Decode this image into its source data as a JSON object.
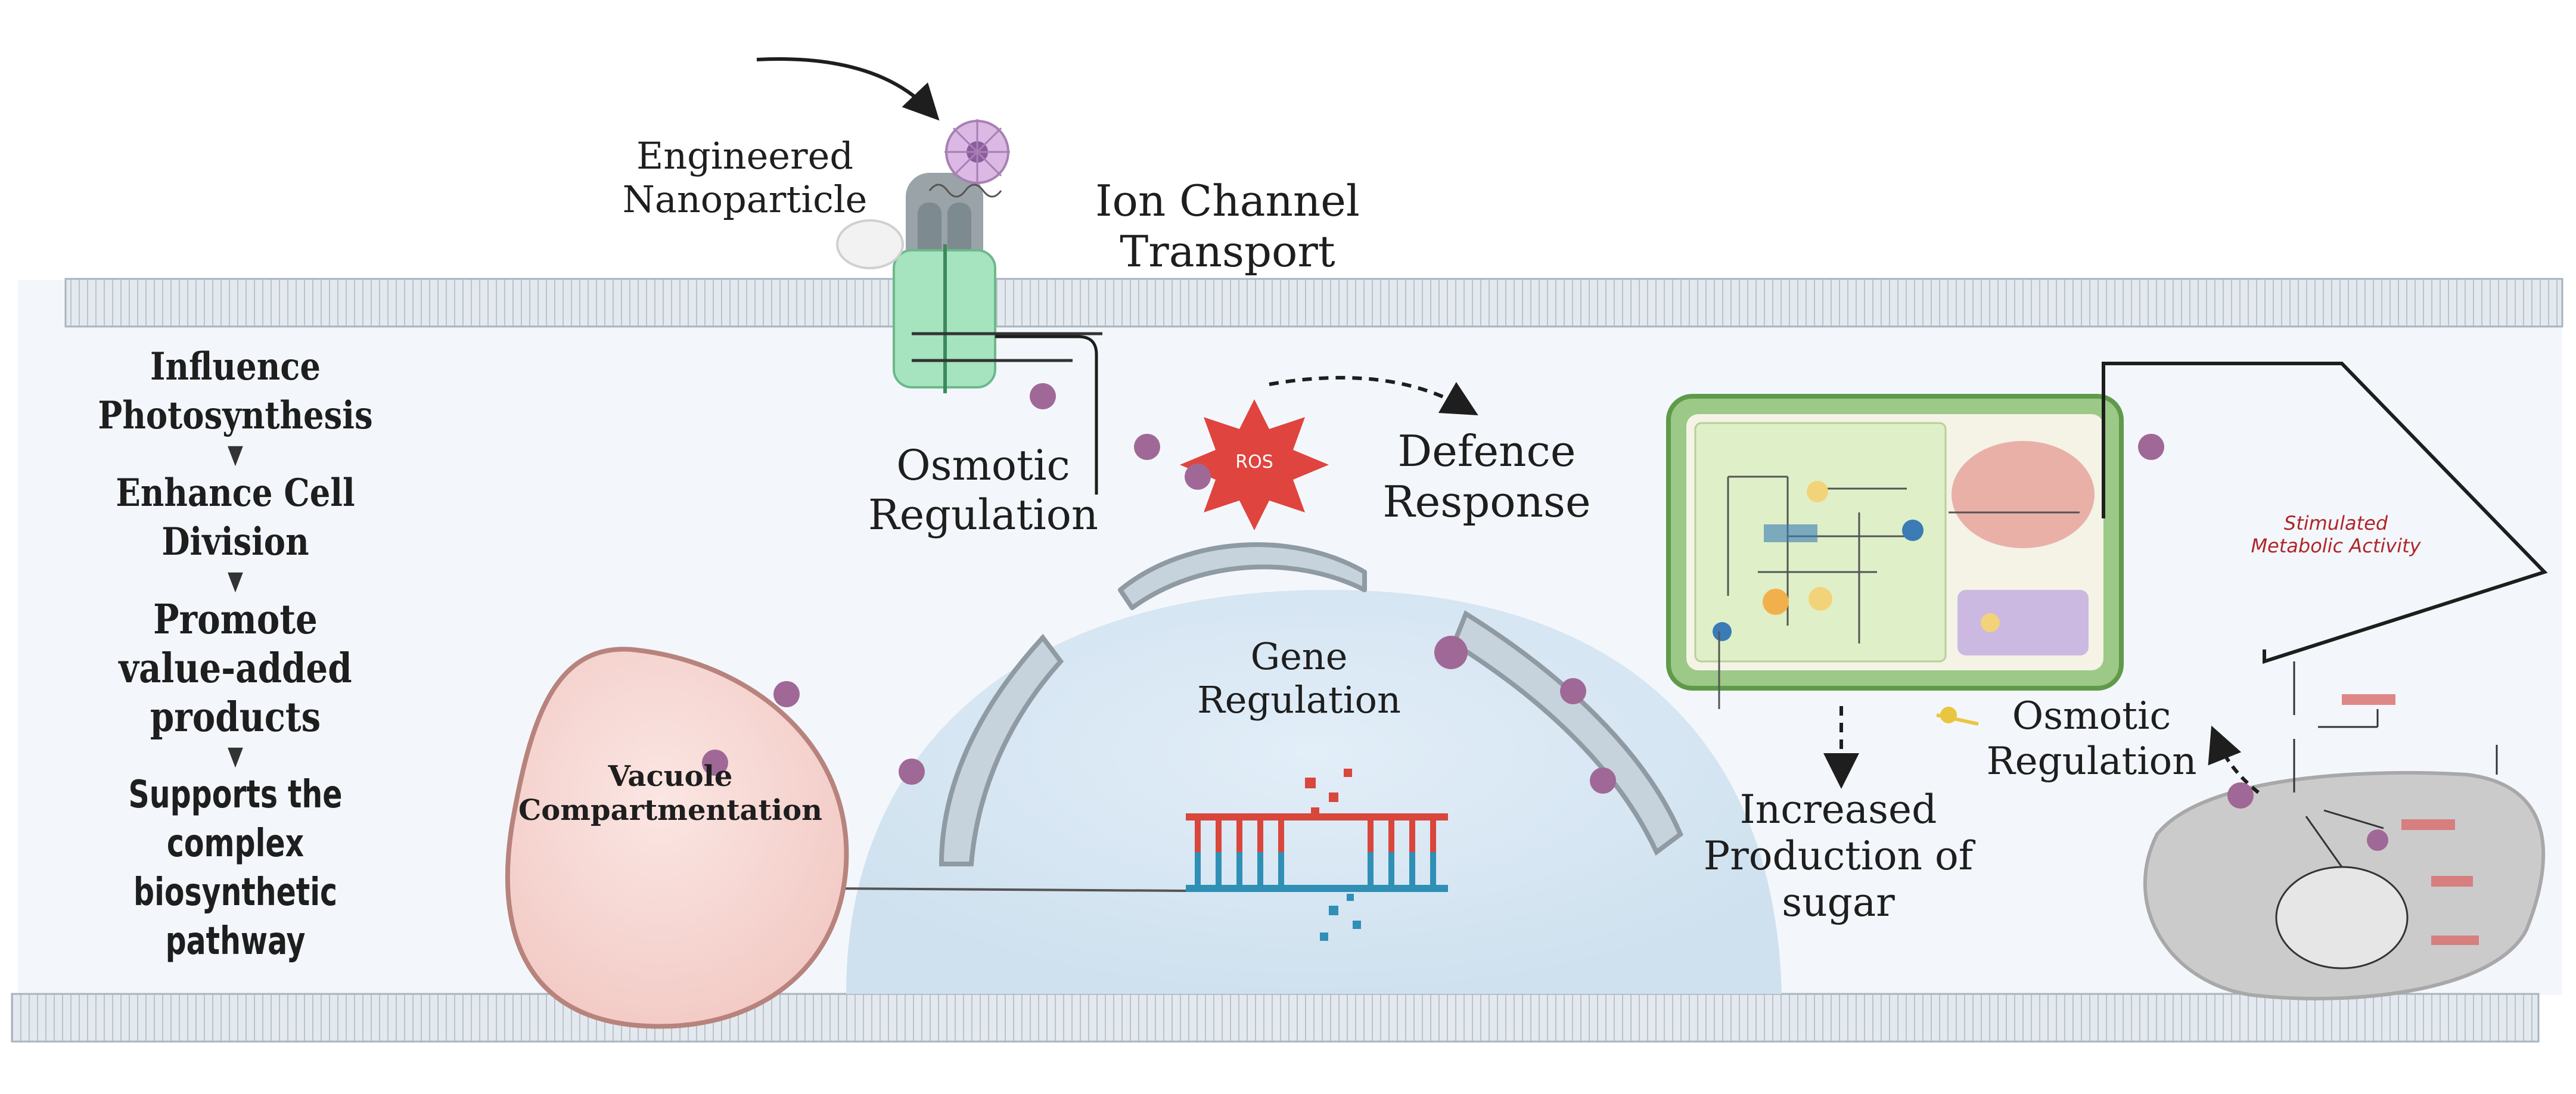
{
  "labels": {
    "engineered_nanoparticle": [
      "Engineered",
      "Nanoparticle"
    ],
    "ion_channel": [
      "Ion Channel",
      "Transport"
    ],
    "osmotic_left": [
      "Osmotic",
      "Regulation"
    ],
    "defence": [
      "Defence",
      "Response"
    ],
    "ros": "ROS",
    "gene": [
      "Gene",
      "Regulation"
    ],
    "vacuole": [
      "Vacuole",
      "Compartmentation"
    ],
    "osmotic_right": [
      "Osmotic",
      "Regulation"
    ],
    "sugar": [
      "Increased",
      "Production of",
      "sugar"
    ],
    "metabolic": [
      "Stimulated",
      "Metabolic Activity"
    ]
  },
  "flow": [
    {
      "lines": [
        "Influence",
        "Photosynthesis"
      ]
    },
    {
      "lines": [
        "Enhance Cell",
        "Division"
      ]
    },
    {
      "lines": [
        "Promote",
        "value-added",
        "products"
      ]
    },
    {
      "lines": [
        "Supports the",
        "complex",
        "biosynthetic",
        "pathway"
      ]
    }
  ],
  "colors": {
    "membrane": "#dfe6ec",
    "nucleus": "#d8e8f4",
    "vacuole": "#f7d9d6",
    "vacuole_border": "#b8837d",
    "chloroplast_border": "#5f9a4b",
    "chloroplast_fill": "#dfeec8",
    "mitochondrion": "#c9c9c9",
    "particle": "#9a5a8c",
    "ros": "#e0443e",
    "dna_red": "#d9463c",
    "dna_blue": "#2f8fb5"
  }
}
